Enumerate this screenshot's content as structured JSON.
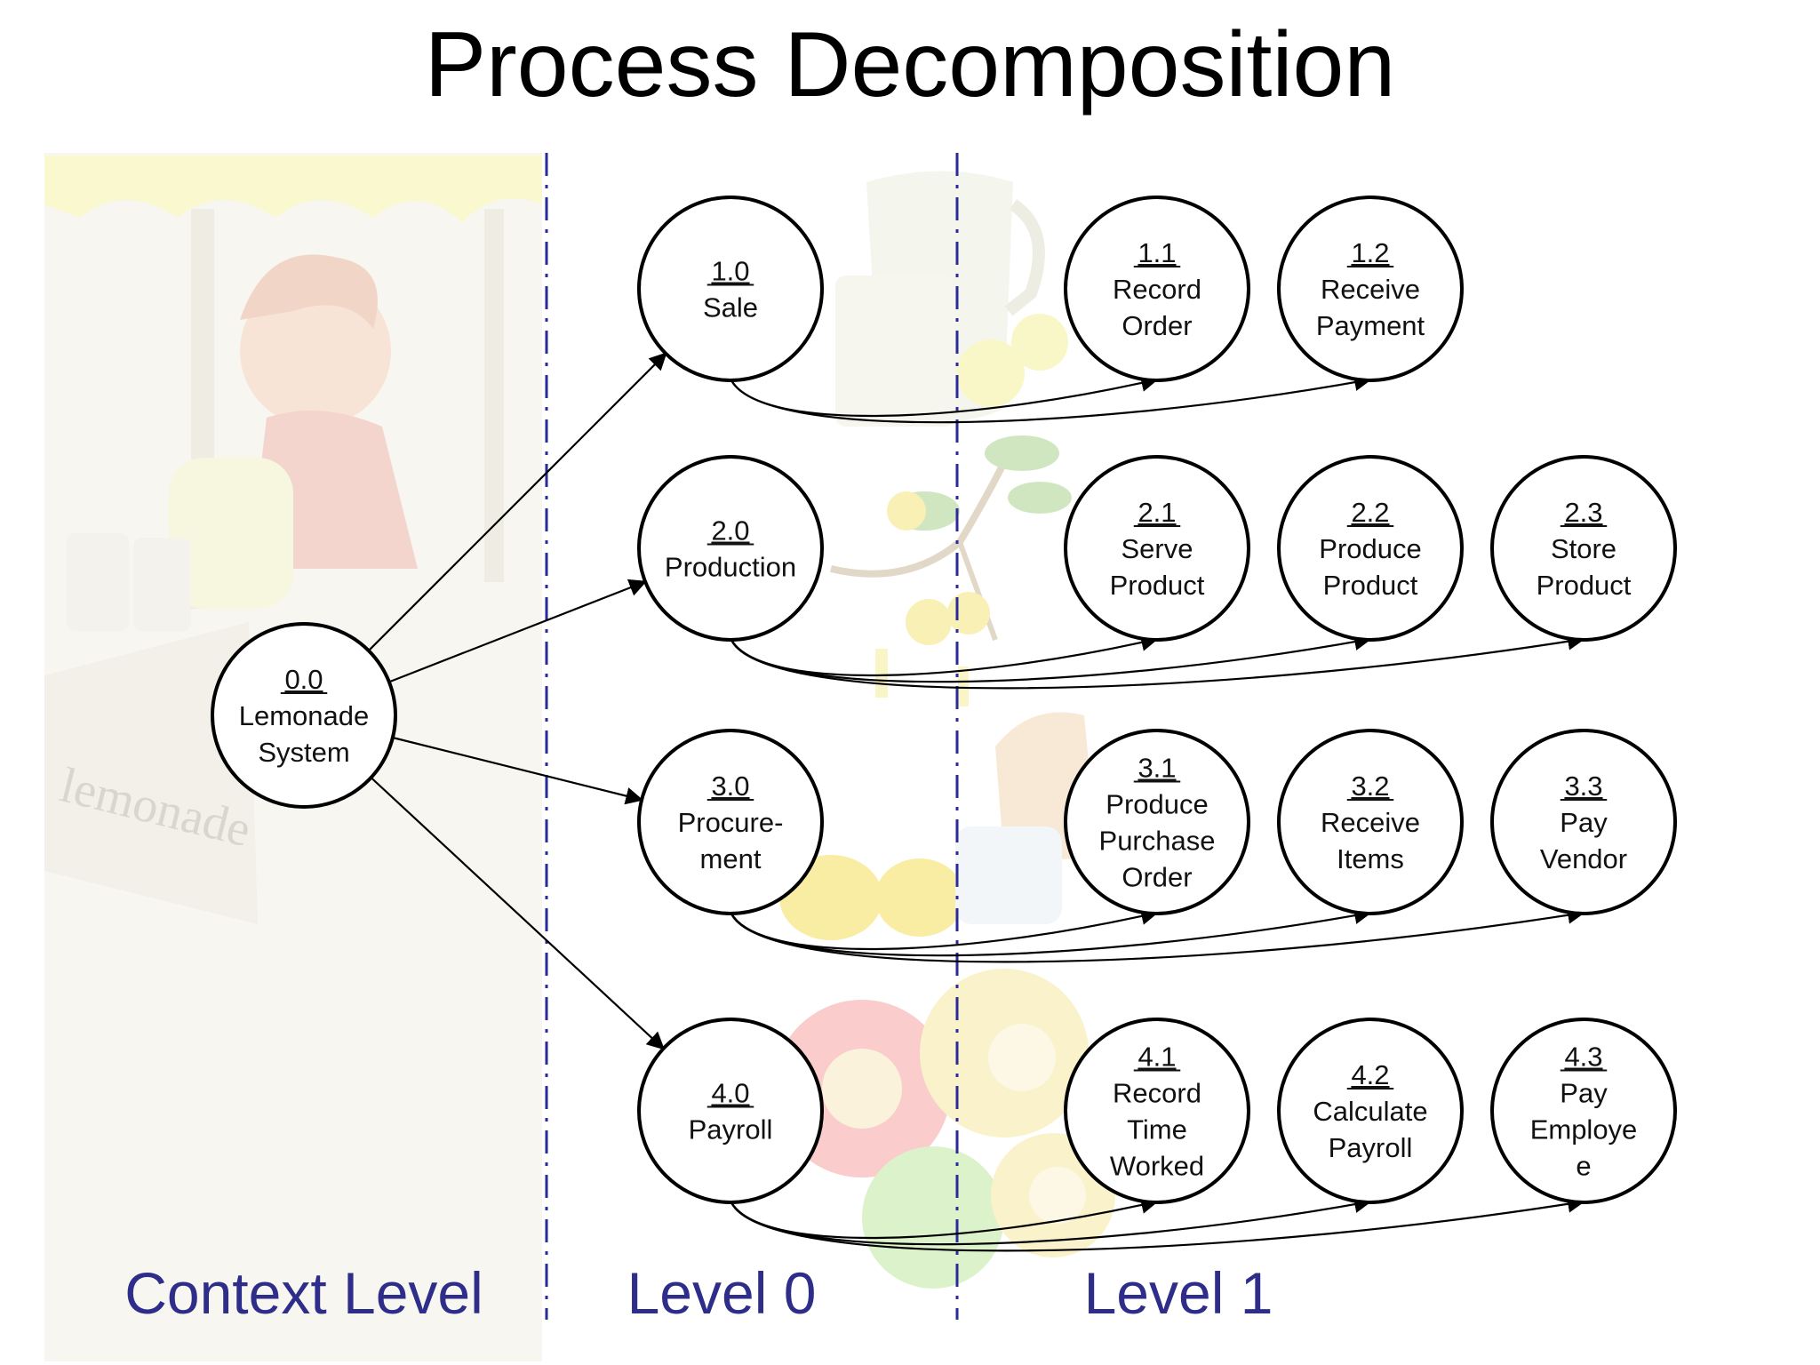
{
  "title": "Process Decomposition",
  "colors": {
    "level_label": "#2e2e8a",
    "divider": "#2a2a9a",
    "node_stroke": "#000000",
    "background_art": "#e8e2c8",
    "umbrella": "#f3ef9a",
    "gear_red": "#f06060",
    "gear_yellow": "#f7e06a",
    "gear_green": "#9ad86a",
    "lemon": "#f6e05a",
    "leaf": "#8cbf6a"
  },
  "levels": {
    "context": "Context Level",
    "level0": "Level 0",
    "level1": "Level 1"
  },
  "nodes": [
    {
      "id": "0.0",
      "lines": [
        "Lemonade",
        "System"
      ]
    },
    {
      "id": "1.0",
      "lines": [
        "Sale"
      ]
    },
    {
      "id": "2.0",
      "lines": [
        "Production"
      ]
    },
    {
      "id": "3.0",
      "lines": [
        "Procure-",
        "ment"
      ]
    },
    {
      "id": "4.0",
      "lines": [
        "Payroll"
      ]
    },
    {
      "id": "1.1",
      "lines": [
        "Record",
        "Order"
      ]
    },
    {
      "id": "1.2",
      "lines": [
        "Receive",
        "Payment"
      ]
    },
    {
      "id": "2.1",
      "lines": [
        "Serve",
        "Product"
      ]
    },
    {
      "id": "2.2",
      "lines": [
        "Produce",
        "Product"
      ]
    },
    {
      "id": "2.3",
      "lines": [
        "Store",
        "Product"
      ]
    },
    {
      "id": "3.1",
      "lines": [
        "Produce",
        "Purchase",
        "Order"
      ]
    },
    {
      "id": "3.2",
      "lines": [
        "Receive",
        "Items"
      ]
    },
    {
      "id": "3.3",
      "lines": [
        "Pay",
        "Vendor"
      ]
    },
    {
      "id": "4.1",
      "lines": [
        "Record",
        "Time",
        "Worked"
      ]
    },
    {
      "id": "4.2",
      "lines": [
        "Calculate",
        "Payroll"
      ]
    },
    {
      "id": "4.3",
      "lines": [
        "Pay",
        "Employe",
        "e"
      ]
    }
  ],
  "edges": [
    {
      "from": "0.0",
      "to": "1.0"
    },
    {
      "from": "0.0",
      "to": "2.0"
    },
    {
      "from": "0.0",
      "to": "3.0"
    },
    {
      "from": "0.0",
      "to": "4.0"
    },
    {
      "from": "1.0",
      "to": "1.1"
    },
    {
      "from": "1.0",
      "to": "1.2"
    },
    {
      "from": "2.0",
      "to": "2.1"
    },
    {
      "from": "2.0",
      "to": "2.2"
    },
    {
      "from": "2.0",
      "to": "2.3"
    },
    {
      "from": "3.0",
      "to": "3.1"
    },
    {
      "from": "3.0",
      "to": "3.2"
    },
    {
      "from": "3.0",
      "to": "3.3"
    },
    {
      "from": "4.0",
      "to": "4.1"
    },
    {
      "from": "4.0",
      "to": "4.2"
    },
    {
      "from": "4.0",
      "to": "4.3"
    }
  ],
  "background_icons": [
    "lemonade-stand-icon",
    "pitcher-icon",
    "lemon-branch-icon",
    "lemons-icon",
    "gears-people-icon"
  ],
  "background_text": "lemonade"
}
